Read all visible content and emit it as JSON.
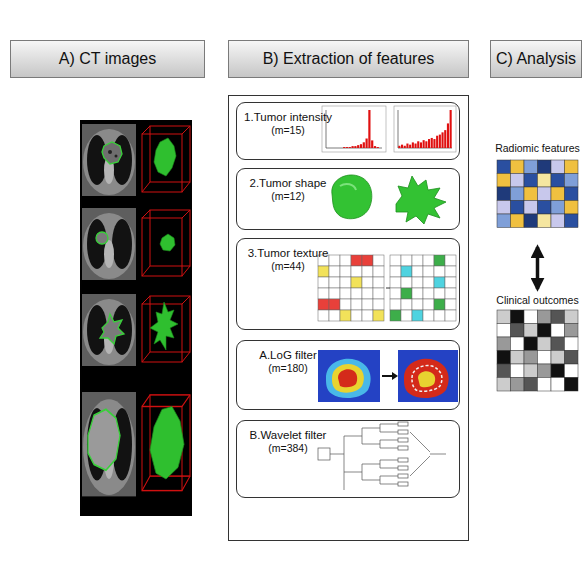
{
  "diagram": {
    "nodes": [
      {
        "text": [
          "A) CT images"
        ]
      },
      {
        "text": [
          "B) Extraction of features"
        ]
      },
      {
        "text": [
          "C) Analysis"
        ]
      },
      {
        "text": [
          "1.Tumor intensity",
          "(m=15)"
        ]
      },
      {
        "text": [
          "2.Tumor shape",
          "(m=12)"
        ]
      },
      {
        "text": [
          "3.Tumor texture",
          "(m=44)"
        ]
      },
      {
        "text": [
          "A.LoG filter",
          "(m=180)"
        ]
      },
      {
        "text": [
          "B.Wavelet filter",
          "(m=384)"
        ]
      },
      {
        "text": [
          "Radiomic features"
        ]
      },
      {
        "text": [
          "Clinical outcomes"
        ]
      }
    ],
    "edges": [
      {
        "from": 8,
        "to": 9,
        "arrow": "both"
      }
    ]
  }
}
